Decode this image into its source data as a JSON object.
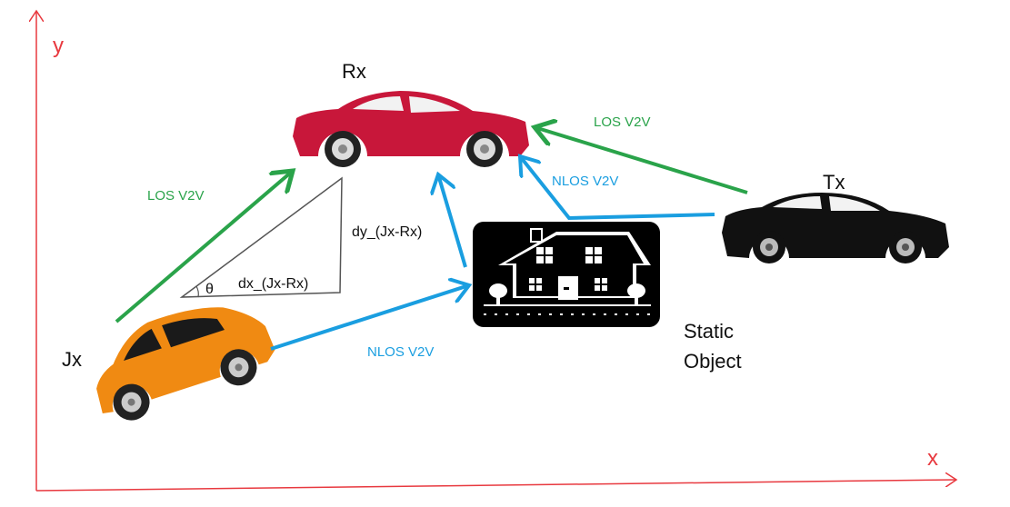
{
  "axes": {
    "x_label": "x",
    "y_label": "y",
    "color": "#e8393f"
  },
  "nodes": {
    "rx": {
      "label": "Rx",
      "color": "#c8173a"
    },
    "tx": {
      "label": "Tx",
      "color": "#111111"
    },
    "jx": {
      "label": "Jx",
      "color": "#f08a12"
    },
    "static_object": {
      "label_line1": "Static",
      "label_line2": "Object"
    }
  },
  "links": {
    "jx_rx_los": "LOS V2V",
    "tx_rx_los": "LOS V2V",
    "jx_obj_nlos": "NLOS V2V",
    "tx_obj_nlos": "NLOS V2V"
  },
  "triangle": {
    "dx": "dx_(Jx-Rx)",
    "dy": "dy_(Jx-Rx)",
    "angle": "θ"
  },
  "colors": {
    "los": "#2aa34a",
    "nlos": "#1a9ee0",
    "triangle": "#555555"
  }
}
